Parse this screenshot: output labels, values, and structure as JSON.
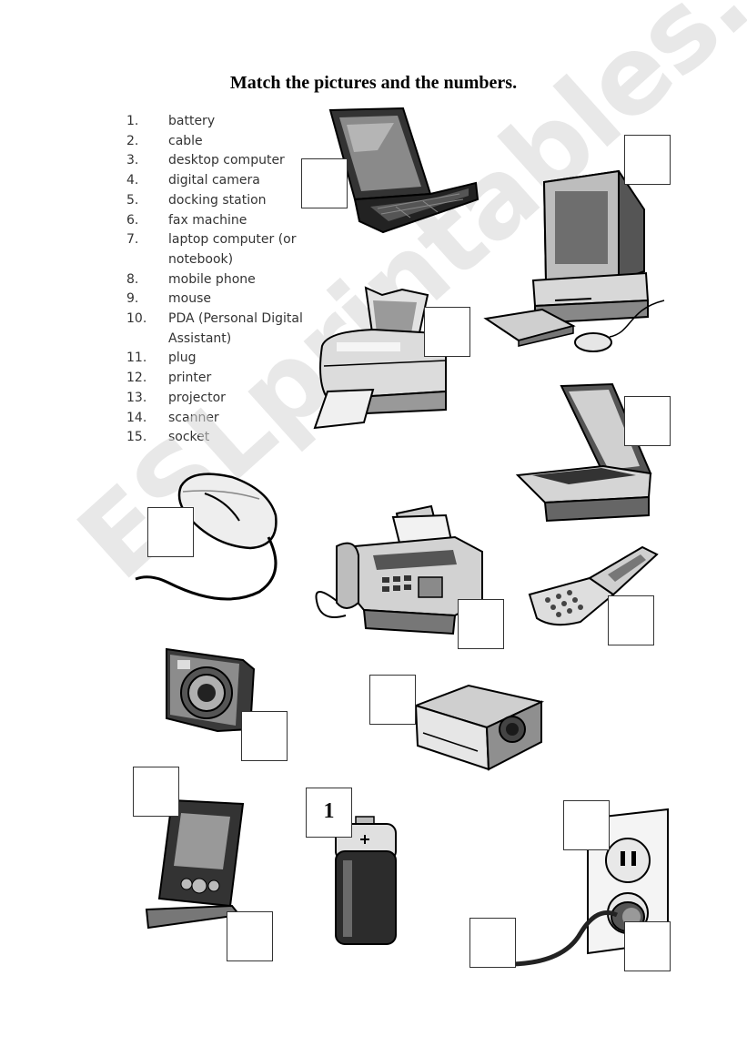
{
  "title": "Match the pictures and the numbers.",
  "items": [
    {
      "num": "1.",
      "text": "battery"
    },
    {
      "num": "2.",
      "text": "cable"
    },
    {
      "num": "3.",
      "text": "desktop computer"
    },
    {
      "num": "4.",
      "text": "digital camera"
    },
    {
      "num": "5.",
      "text": "docking station"
    },
    {
      "num": "6.",
      "text": "fax machine"
    },
    {
      "num": "7.",
      "text": "laptop computer (or notebook)"
    },
    {
      "num": "8.",
      "text": "mobile phone"
    },
    {
      "num": "9.",
      "text": "mouse"
    },
    {
      "num": "10.",
      "text": "PDA (Personal Digital Assistant)"
    },
    {
      "num": "11.",
      "text": "plug"
    },
    {
      "num": "12.",
      "text": "printer"
    },
    {
      "num": "13.",
      "text": "projector"
    },
    {
      "num": "14.",
      "text": "scanner"
    },
    {
      "num": "15.",
      "text": "socket"
    }
  ],
  "example_answer": "1",
  "watermark": "ESLprintables.com"
}
